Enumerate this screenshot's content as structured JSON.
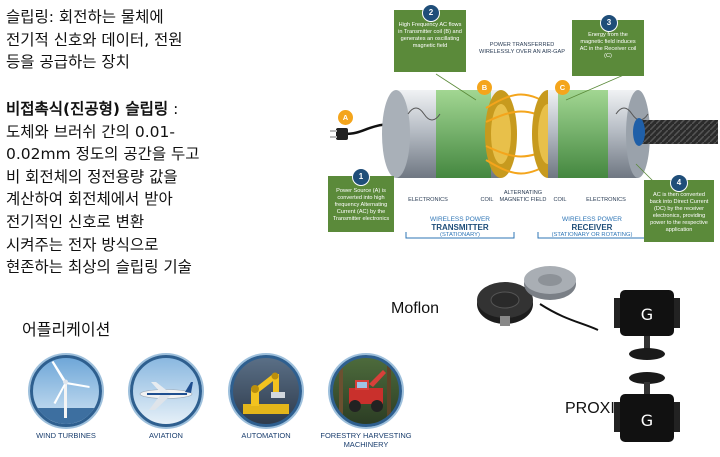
{
  "intro": {
    "lines": [
      "슬립링: 회전하는 물체에",
      "전기적 신호와 데이터, 전원",
      "등을 공급하는 장치"
    ]
  },
  "contactless": {
    "title": "비접촉식(진공형) 슬립링",
    "title_suffix": " :",
    "lines": [
      "도체와 브러쉬 간의 0.01-",
      "0.02mm 정도의 공간을 두고",
      "비 회전체의 정전용량 값을",
      "계산하여 회전체에서 받아",
      "전기적인 신호로 변환",
      "시켜주는 전자 방식으로",
      "현존하는 최상의 슬립링 기술"
    ]
  },
  "applications": {
    "heading": "어플리케이션",
    "items": [
      {
        "label": "WIND TURBINES",
        "icon": "wind-turbine-icon"
      },
      {
        "label": "AVIATION",
        "icon": "airplane-icon"
      },
      {
        "label": "AUTOMATION",
        "icon": "robot-arm-icon"
      },
      {
        "label": "FORESTRY HARVESTING MACHINERY",
        "icon": "forestry-machine-icon"
      }
    ]
  },
  "diagram": {
    "boxes": {
      "b1": {
        "num": "1",
        "text": "Power Source (A) is converted into high frequency Alternating Current (AC) by the Transmitter electronics"
      },
      "b2": {
        "num": "2",
        "text": "High Frequency AC flows in Transmitter coil (B) and generates an oscillating magnetic field"
      },
      "b3": {
        "num": "3",
        "text": "Energy from the magnetic field induces AC in the Receiver coil (C)"
      },
      "b4": {
        "num": "4",
        "text": "AC is then converted back into Direct Current (DC) by the receiver electronics, providing power to the respective application"
      }
    },
    "markers": {
      "a": "A",
      "b": "B",
      "c": "C"
    },
    "center_label": "POWER TRANSFERRED WIRELESSLY OVER AN AIR-GAP",
    "labels": {
      "electronics_left": "ELECTRONICS",
      "coil_left": "COIL",
      "field": "ALTERNATING MAGNETIC FIELD",
      "coil_right": "COIL",
      "electronics_right": "ELECTRONICS"
    },
    "transmitter": {
      "line1": "WIRELESS POWER",
      "line2": "TRANSMITTER",
      "line3": "(STATIONARY)"
    },
    "receiver": {
      "line1": "WIRELESS POWER",
      "line2": "RECEIVER",
      "line3": "(STATIONARY OR ROTATING)"
    }
  },
  "products": {
    "moflon": "Moflon",
    "proxi": "PROXI"
  },
  "colors": {
    "green_box": "#5b8a3a",
    "badge_blue": "#1f4e79",
    "orange": "#f4a51c",
    "label_blue": "#2e75b6"
  }
}
